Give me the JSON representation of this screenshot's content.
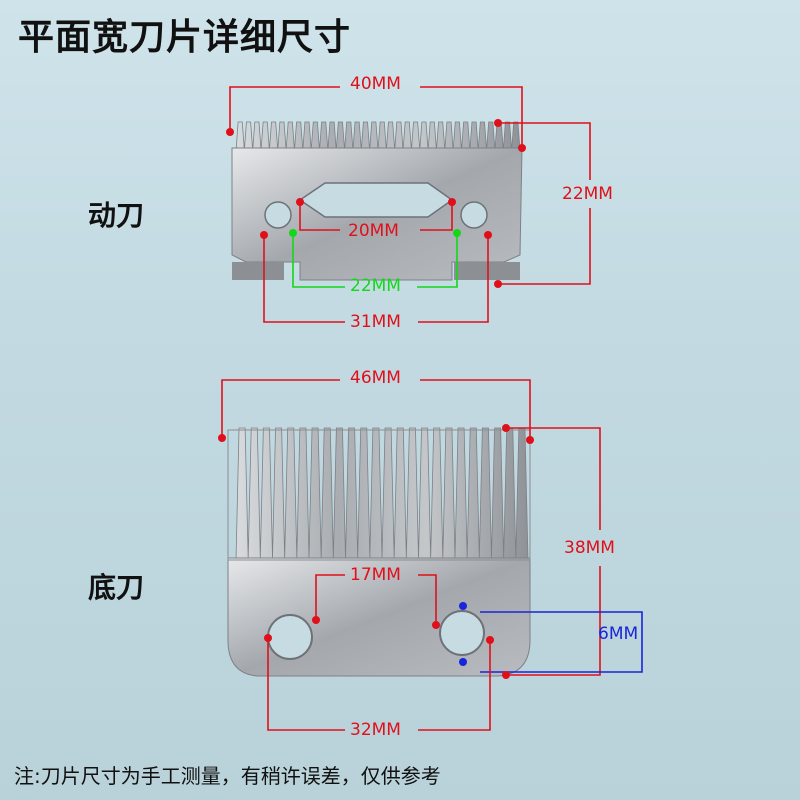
{
  "title": "平面宽刀片详细尺寸",
  "moving_blade": {
    "label": "动刀",
    "width_label": "40MM",
    "height_label": "22MM",
    "slot_label": "20MM",
    "inner_label": "22MM",
    "holes_label": "31MM"
  },
  "bottom_blade": {
    "label": "底刀",
    "width_label": "46MM",
    "height_label": "38MM",
    "inner_label": "17MM",
    "hole_label": "6MM",
    "holes_label": "32MM"
  },
  "note": "注:刀片尺寸为手工测量，有稍许误差，仅供参考",
  "colors": {
    "dimension_red": "#e0101a",
    "dimension_green": "#13d81a",
    "dimension_blue": "#1a24d8"
  }
}
